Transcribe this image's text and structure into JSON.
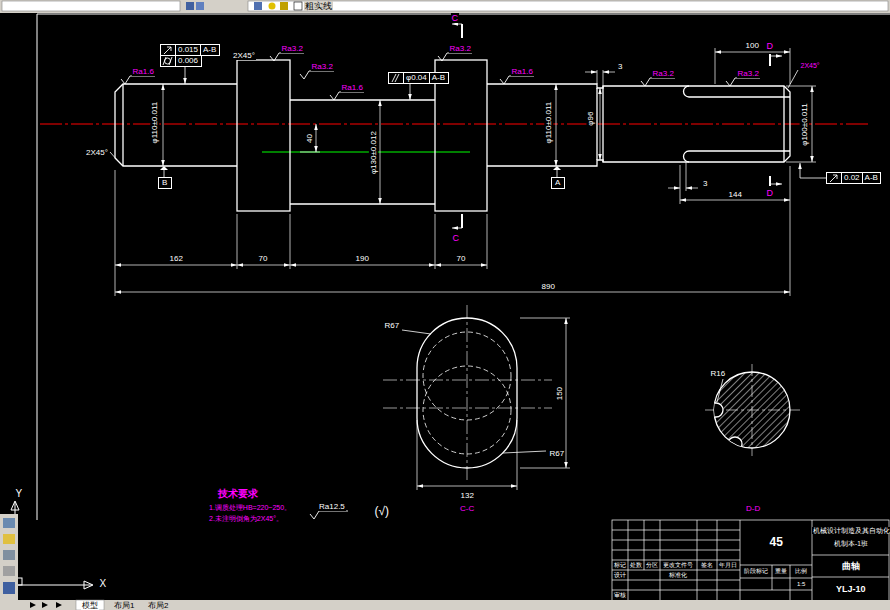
{
  "diagram": {
    "nodes": [
      {
        "text": [
          "0.015",
          "A-B"
        ]
      },
      {
        "text": [
          "0.006"
        ]
      },
      {
        "text": [
          "φ0.04",
          "A-B"
        ]
      },
      {
        "text": [
          "0.02",
          "A-B"
        ]
      },
      {
        "text": [
          "B"
        ]
      },
      {
        "text": [
          "A"
        ]
      }
    ],
    "labels": [
      "粗实线",
      "C",
      "C",
      "2X45°",
      "2X45°",
      "Ra1.6",
      "Ra3.2",
      "Ra3.2",
      "Ra1.6",
      "Ra3.2",
      "Ra1.6",
      "Ra3.2",
      "Ra3.2",
      "φ110±0.011",
      "φ130±0.012",
      "40",
      "φ110±0.011",
      "φ96",
      "φ100±0.011",
      "3",
      "100",
      "D",
      "D",
      "2X45°",
      "3",
      "144",
      "162",
      "70",
      "190",
      "70",
      "890",
      "R67",
      "R67",
      "150",
      "132",
      "C-C",
      "R16",
      "D-D",
      "技术要求",
      "1.调质处理HB=220~250。",
      "2.未注明倒角为2X45°。",
      "Ra12.5",
      "(√)",
      "45",
      "机械设计制造及其自动化",
      "机制本-1班",
      "曲轴",
      "YLJ-10",
      "标记",
      "处数",
      "分区",
      "更改文件号",
      "签名",
      "年月日",
      "设计",
      "标准化",
      "阶段标记",
      "重量",
      "比例",
      "1:5",
      "审核",
      "Y",
      "X",
      "模型",
      "布局1",
      "布局2"
    ]
  }
}
